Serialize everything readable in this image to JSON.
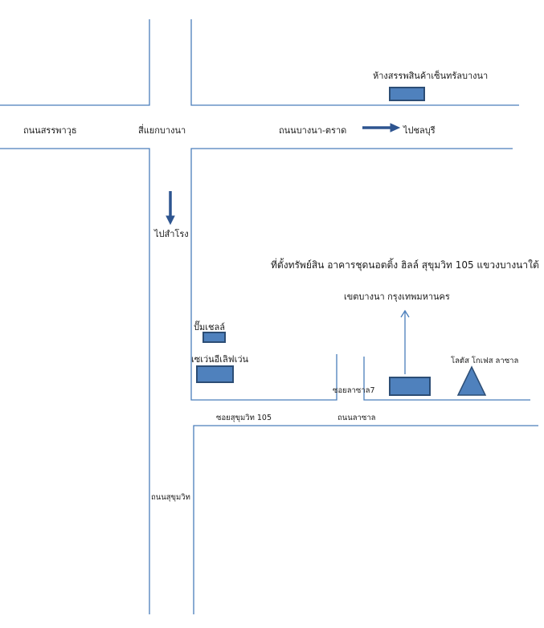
{
  "labels": {
    "road_sanphawut": "ถนนสรรพาวุธ",
    "intersection_bangna": "สี่แยกบางนา",
    "road_bangna_trat": "ถนนบางนา-ตราด",
    "to_chonburi": "ไปชลบุรี",
    "central_bangna": "ห้างสรรพสินค้าเซ็นทรัลบางนา",
    "to_samrong": "ไปสำโรง",
    "property_location": "ที่ตั้งทรัพย์สิน อาคารชุดนอตติ้ง ฮิลล์ สุขุมวิท 105 แขวงบางนาใต้",
    "district": "เขตบางนา  กรุงเทพมหานคร",
    "shell_station": "ปั๊มเชลล์",
    "seven_eleven": "เซเว่นอีเลิฟเว่น",
    "soi_lasalle7": "ซอยลาซาล7",
    "lotus": "โลตัส โกเฟส ลาซาล",
    "soi_sukhumvit105": "ซอยสุขุมวิท 105",
    "road_lasalle": "ถนนลาซาล",
    "road_sukhumvit": "ถนนสุขุมวิท"
  },
  "colors": {
    "road": "#4a7ebb",
    "marker_fill": "#4f81bd",
    "marker_stroke": "#2c4d75",
    "arrow": "#2e5590",
    "text": "#1a1a1a"
  },
  "icons": {
    "arrow_east": "arrow-right-icon",
    "arrow_south": "arrow-down-icon",
    "arrow_north": "arrow-up-icon",
    "lotus_marker": "triangle-icon",
    "building_marker": "rectangle-icon"
  }
}
